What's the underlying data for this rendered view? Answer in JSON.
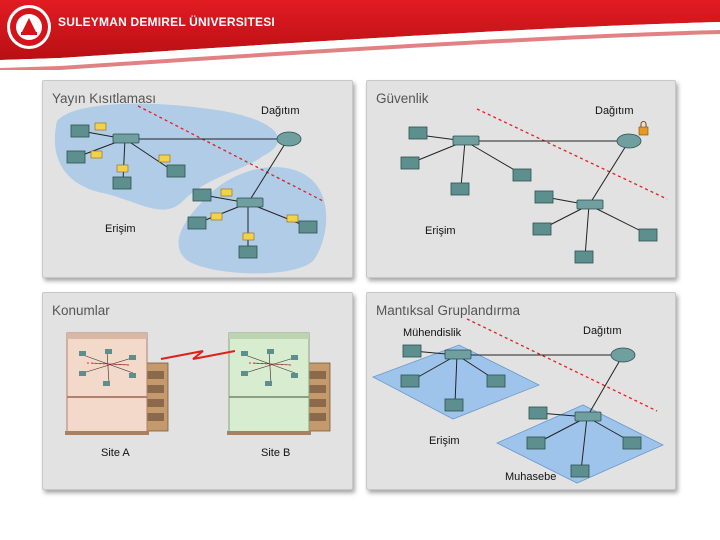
{
  "header": {
    "university_name": "SULEYMAN DEMIREL ÜNIVERSITESI",
    "logo": "university-seal-logo",
    "brand_color": "#d4141b"
  },
  "panels": {
    "broadcast": {
      "title": "Yayın Kısıtlaması",
      "distribution_label": "Dağıtım",
      "access_label": "Erişim"
    },
    "security": {
      "title": "Güvenlik",
      "distribution_label": "Dağıtım",
      "access_label": "Erişim"
    },
    "locations": {
      "title": "Konumlar",
      "site_a_label": "Site A",
      "site_b_label": "Site B"
    },
    "logical": {
      "title": "Mantıksal Gruplandırma",
      "engineering_label": "Mühendislik",
      "distribution_label": "Dağıtım",
      "access_label": "Erişim",
      "accounting_label": "Muhasebe"
    }
  },
  "colors": {
    "panel_bg": "#e2e2e2",
    "broadcast_domain": "#a8c8e8",
    "group_plane": "#9fc4ec",
    "boundary_line": "#e02020",
    "site_a_tint": "#f3d9c9",
    "site_b_tint": "#d8ecd0"
  }
}
